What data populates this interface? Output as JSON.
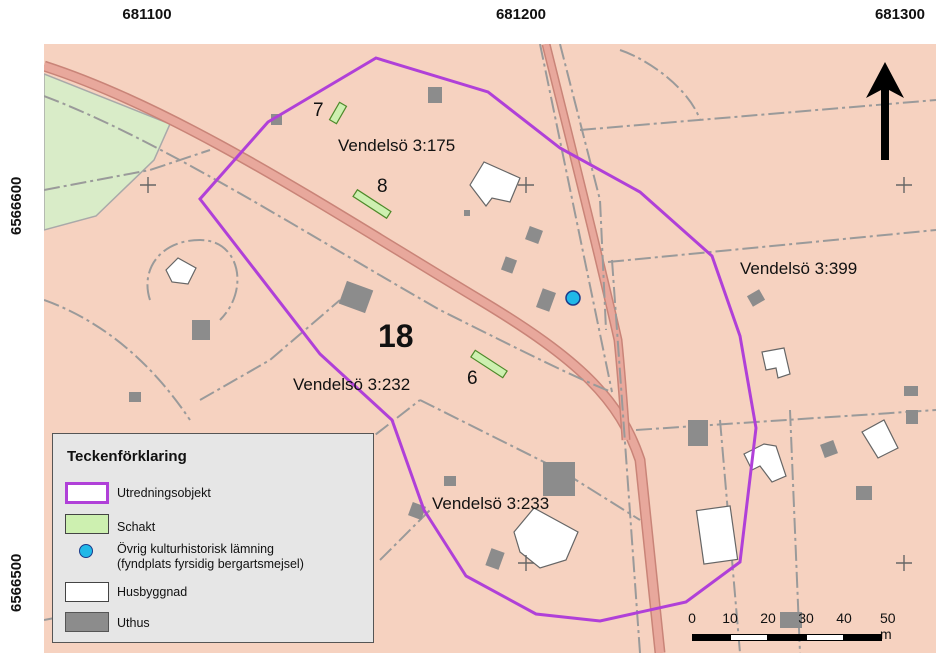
{
  "coordinates": {
    "top": [
      "681100",
      "681200",
      "681300"
    ],
    "left": [
      "6566600",
      "6566500"
    ]
  },
  "labels": {
    "property_175": "Vendelsö 3:175",
    "property_399": "Vendelsö 3:399",
    "property_232": "Vendelsö 3:232",
    "property_233": "Vendelsö 3:233",
    "area_number": "18",
    "trench_6": "6",
    "trench_7": "7",
    "trench_8": "8"
  },
  "legend": {
    "title": "Teckenförklaring",
    "items": [
      {
        "label": "Utredningsobjekt"
      },
      {
        "label": "Schakt"
      },
      {
        "label": "Övrig kulturhistorisk lämning"
      },
      {
        "label": "(fyndplats fyrsidig bergartsmejsel)"
      },
      {
        "label": "Husbyggnad"
      },
      {
        "label": "Uthus"
      }
    ]
  },
  "scalebar": {
    "labels": [
      "0",
      "10",
      "20",
      "30",
      "40",
      "50 m"
    ]
  },
  "colors": {
    "background": "#f6d2c0",
    "study_area_outline": "#b040d8",
    "trench_fill": "#cdf0b0",
    "find_spot": "#20b8e8",
    "outbuilding": "#8c8c8c",
    "house": "#ffffff",
    "road": "#e8a89c",
    "legend_bg": "#e6e6e6"
  },
  "icons": {
    "north": "north-arrow-icon",
    "find": "circle-icon"
  }
}
